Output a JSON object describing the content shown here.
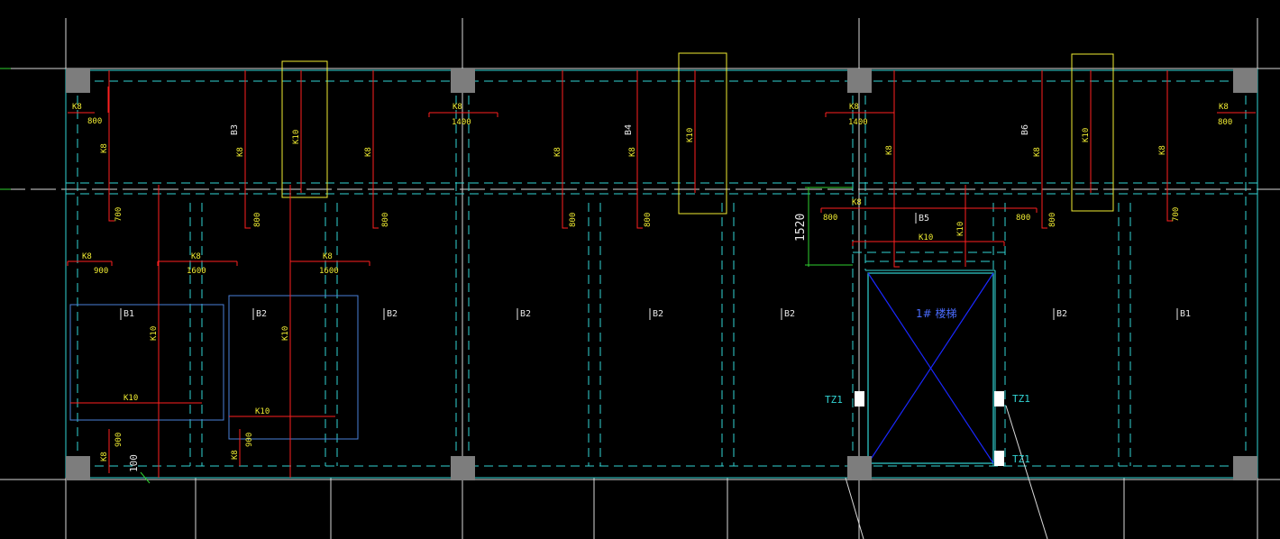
{
  "colors": {
    "background": "#000000",
    "grid": "#d9d9d9",
    "beam": "#32d4d4",
    "rebar": "#ff2020",
    "text_yellow": "#f0ec32",
    "text_white": "#e8e8e8",
    "text_cyan": "#32d4d4",
    "stair": "#1a28ff",
    "highlight_yellow": "#f0ec32",
    "highlight_blue": "#4a7fd8",
    "column": "#7d7d7d",
    "dimension_green": "#30d030"
  },
  "column_labels": {
    "top_k8": "K8",
    "top_800_left": "800",
    "top_1400_a": "1400",
    "top_1400_b": "1400",
    "top_800_right": "800",
    "k10": "K10",
    "k8": "K8",
    "v_800": "800",
    "v_700": "700",
    "v_900": "900",
    "v_100": "100",
    "mid_900": "900",
    "mid_1600_a": "1600",
    "mid_1600_b": "1600",
    "dim_1520": "1520",
    "k6_stair": "K10",
    "stair_right_800": "800",
    "stair_left_800": "800"
  },
  "slabs": {
    "b1_left": "B1",
    "b2_a": "B2",
    "b2_b": "B2",
    "b2_c": "B2",
    "b2_d": "B2",
    "b2_e": "B2",
    "b2_f": "B2",
    "b1_right": "B1",
    "b3": "B3",
    "b4": "B4",
    "b5": "B5",
    "b6": "B6"
  },
  "stair": {
    "label": "1# 楼梯",
    "tz1_left": "TZ1",
    "tz1_right_upper": "TZ1",
    "tz1_right_lower": "TZ1"
  }
}
